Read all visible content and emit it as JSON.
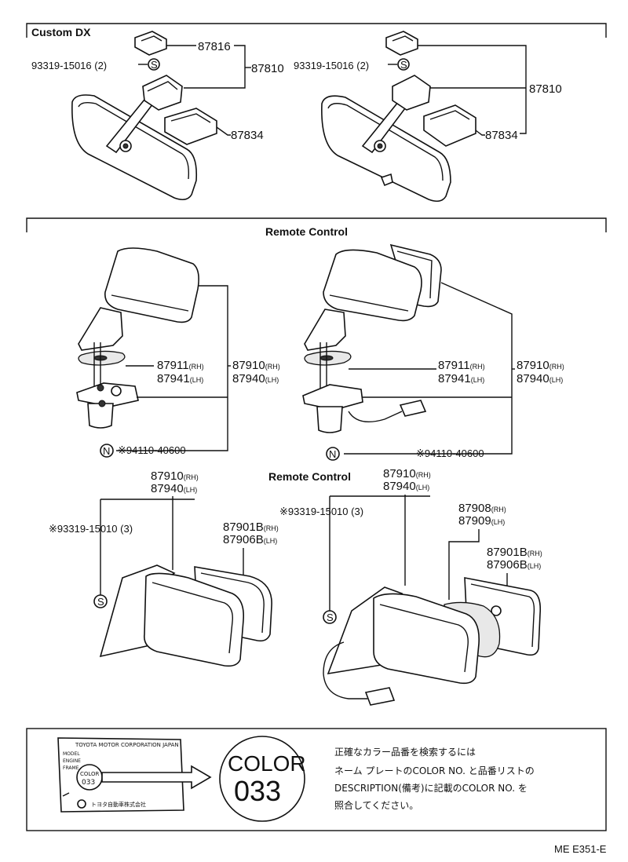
{
  "sections": {
    "custom_dx": {
      "header": "Custom DX"
    },
    "remote_control_1": {
      "header": "Remote Control"
    },
    "remote_control_2": {
      "header": "Remote Control"
    }
  },
  "parts": {
    "p87816": "87816",
    "p87810_left": "87810",
    "p87810_right": "87810",
    "p93319_15016_left": "93319-15016 (2)",
    "p93319_15016_right": "93319-15016 (2)",
    "p87834_left": "87834",
    "p87834_right": "87834",
    "p87911_left": "87911",
    "p87941_left": "87941",
    "p87910_left": "87910",
    "p87940_left": "87940",
    "p87911_right": "87911",
    "p87941_right": "87941",
    "p87910_right": "87910",
    "p87940_right": "87940",
    "p94110_left": "※94110-40600",
    "p94110_right": "※94110-40600",
    "p87910_bl": "87910",
    "p87940_bl": "87940",
    "p93319_15010_left": "※93319-15010 (3)",
    "p87901b_left": "87901B",
    "p87906b_left": "87906B",
    "p87910_br": "87910",
    "p87940_br": "87940",
    "p93319_15010_right": "※93319-15010 (3)",
    "p87908": "87908",
    "p87909": "87909",
    "p87901b_right": "87901B",
    "p87906b_right": "87906B"
  },
  "suffix": {
    "rh": "(RH)",
    "lh": "(LH)"
  },
  "symbols": {
    "s": "S",
    "n": "N"
  },
  "nameplate": {
    "company": "TOYOTA MOTOR CORPORATION JAPAN",
    "model": "MODEL",
    "engine": "ENGINE",
    "frame": "FRAME",
    "color_word": "COLOR",
    "color_num": "033",
    "maker_jp": "トヨタ自動車株式会社"
  },
  "color_badge": {
    "word": "COLOR",
    "number": "033"
  },
  "note_jp": {
    "line1": "正確なカラー品番を検索するには",
    "line2": "ネーム プレートのCOLOR NO. と品番リストの",
    "line3": "DESCRIPTION(備考)に記載のCOLOR NO. を",
    "line4": "照合してください。"
  },
  "footer": {
    "code": "ME E351-E"
  }
}
